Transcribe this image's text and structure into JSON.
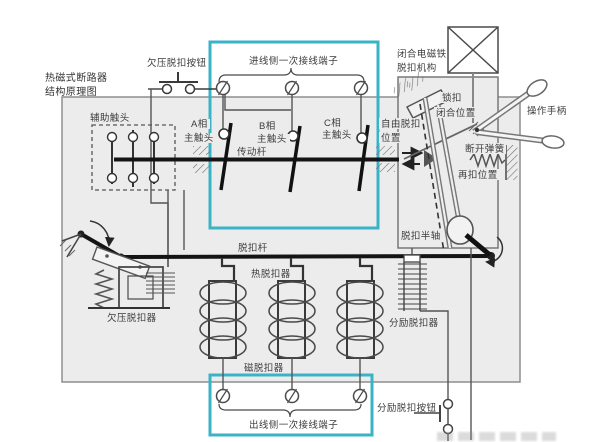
{
  "diagram": {
    "title_line1": "热磁式断路器",
    "title_line2": "结构原理图",
    "labels": {
      "uv_button": "欠压脱扣按钮",
      "incoming_terminals": "进线侧一次接线端子",
      "closing_magnet_line1": "闭合电磁铁",
      "closing_magnet_line2": "脱扣机构",
      "operating_handle": "操作手柄",
      "auxiliary_contact": "辅助触头",
      "phase_a_line1": "A相",
      "phase_a_line2": "主触头",
      "phase_b_line1": "B相",
      "phase_b_line2": "主触头",
      "phase_c_line1": "C相",
      "phase_c_line2": "主触头",
      "drive_rod": "传动杆",
      "free_trip_line1": "自由脱扣",
      "free_trip_line2": "位置",
      "latch": "锁扣",
      "closed_position": "闭合位置",
      "opening_spring": "断开弹簧",
      "relatch_position": "再扣位置",
      "trip_half_shaft": "脱扣半轴",
      "trip_rod": "脱扣杆",
      "thermal_release": "热脱扣器",
      "undervoltage_release": "欠压脱扣器",
      "magnetic_release": "磁脱扣器",
      "shunt_release": "分励脱扣器",
      "shunt_trip_button": "分励脱扣按钮",
      "outgoing_terminals": "出线侧一次接线端子"
    },
    "colors": {
      "highlight_box": "#3bb3c7",
      "panel_fill": "#ececec",
      "line": "#3a3a3a"
    }
  }
}
